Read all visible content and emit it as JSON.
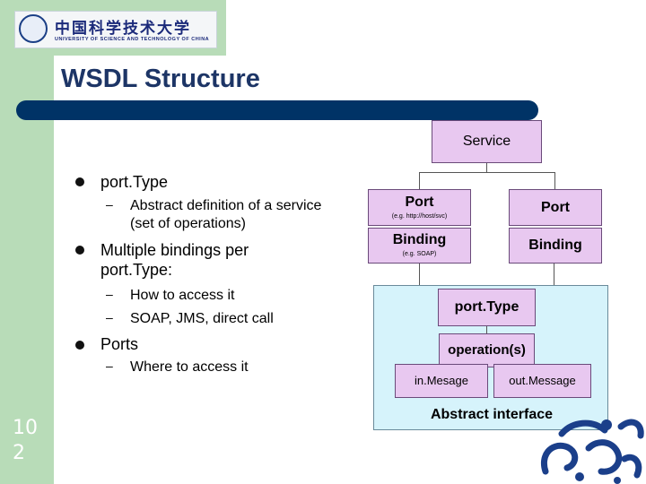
{
  "logo": {
    "cn_text": "中国科学技术大学",
    "en_text": "UNIVERSITY OF SCIENCE AND TECHNOLOGY OF CHINA"
  },
  "title": "WSDL Structure",
  "slide_number": [
    "10",
    "2"
  ],
  "bullets": [
    {
      "text": "port.Type",
      "subs": [
        "Abstract definition of a service (set of operations)"
      ]
    },
    {
      "text": "Multiple bindings per port.Type:",
      "subs": [
        "How to access it",
        "SOAP, JMS, direct call"
      ]
    },
    {
      "text": "Ports",
      "subs": [
        "Where to access it"
      ]
    }
  ],
  "diagram": {
    "service": "Service",
    "port_left": "Port",
    "port_left_example": "(e.g. http://host/svc)",
    "port_right": "Port",
    "binding_left": "Binding",
    "binding_left_example": "(e.g. SOAP)",
    "binding_right": "Binding",
    "porttype": "port.Type",
    "operation": "operation(s)",
    "in_message": "in.Mesage",
    "out_message": "out.Message",
    "abstract_label": "Abstract interface"
  },
  "colors": {
    "accent_bar": "#003366",
    "side_band": "#b8dcb8",
    "node_fill": "#e8c8f0",
    "abstract_fill": "#d6f3fb"
  }
}
